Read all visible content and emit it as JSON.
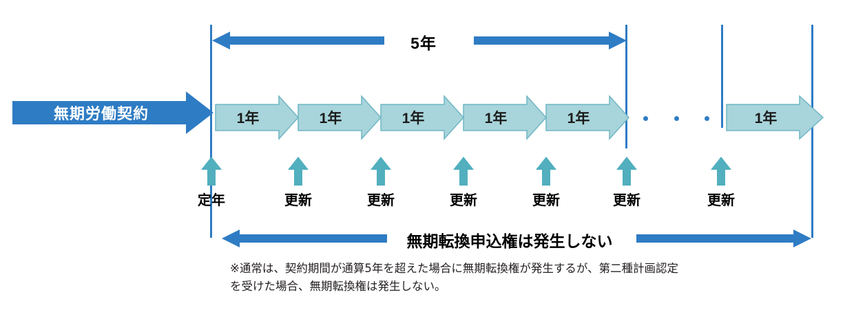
{
  "diagram": {
    "title_text": "無期労働契約",
    "top_span": {
      "label": "5年",
      "direction": "双方向"
    },
    "year_arrows": [
      {
        "label": "1年"
      },
      {
        "label": "1年"
      },
      {
        "label": "1年"
      },
      {
        "label": "1年"
      },
      {
        "label": "1年"
      },
      {
        "label": "1年"
      }
    ],
    "ellipsis": "・・・",
    "ticks": [
      {
        "label": "定年"
      },
      {
        "label": "更新"
      },
      {
        "label": "更新"
      },
      {
        "label": "更新"
      },
      {
        "label": "更新"
      },
      {
        "label": "更新"
      },
      {
        "label": "更新"
      }
    ],
    "bottom_span": {
      "label": "無期転換申込権は発生しない",
      "direction": "双方向"
    },
    "footnote": "※通常は、契約期間が通算5年を超えた場合に無期転換権が発生するが、第二種計画認定\nを受けた場合、無期転換権は発生しない。",
    "colors": {
      "blue": "#2E7CC4",
      "teal_fill": "#A8D4DB",
      "teal_stroke": "#6FB6C4",
      "tick_teal": "#51AFBE",
      "text": "#000000",
      "background": "#FFFFFF"
    }
  }
}
